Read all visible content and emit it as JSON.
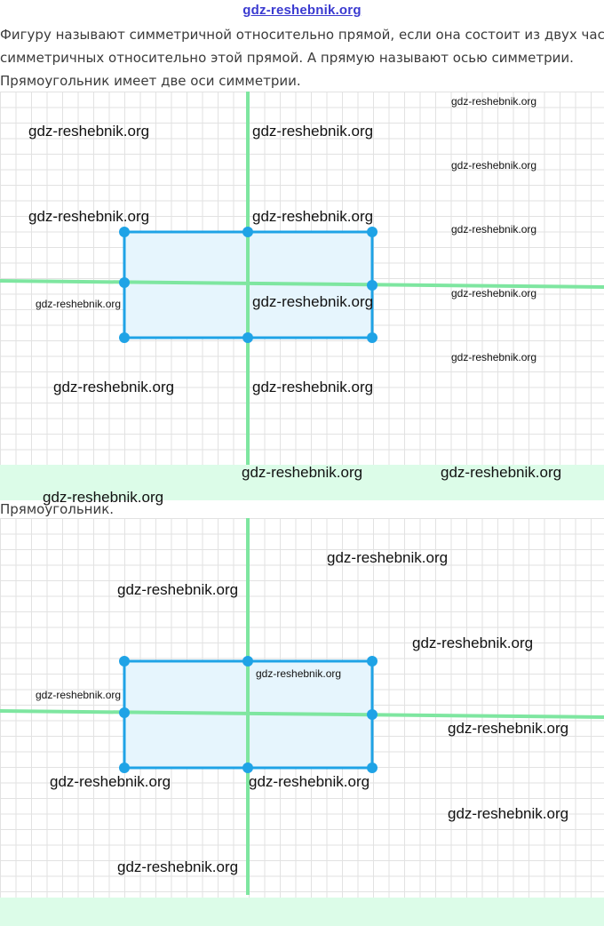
{
  "header": {
    "site_link": "gdz-reshebnik.org"
  },
  "paragraph": {
    "line1": "Фигуру называют симметричной относительно прямой, если она состоит из двух частей,",
    "line2": "симметричных относительно этой прямой. А прямую называют осью симметрии.",
    "line3": "Прямоугольник имеет две оси симметрии."
  },
  "caption": {
    "text": "Прямоугольник."
  },
  "watermark": {
    "text": "gdz-reshebnik.org"
  },
  "colors": {
    "axis_line": "#7ee6a0",
    "rect_stroke": "#1fa3e6",
    "rect_fill": "#e6f5fd",
    "vertex": "#1fa3e6",
    "band": "#dcfce8",
    "link": "#3a3ad0"
  }
}
